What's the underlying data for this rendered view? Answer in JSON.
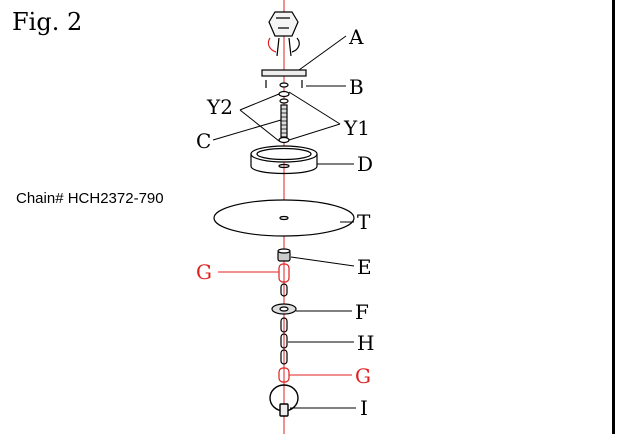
{
  "figure": {
    "title": "Fig. 2",
    "chain_note": "Chain# HCH2372-790"
  },
  "labels": {
    "a": "A",
    "b": "B",
    "y2": "Y2",
    "y1": "Y1",
    "c": "C",
    "d": "D",
    "t": "T",
    "e": "E",
    "g_upper": "G",
    "f": "F",
    "h": "H",
    "g_lower": "G",
    "i": "I"
  },
  "colors": {
    "line": "#000000",
    "highlight": "#e02020",
    "axis": "#e02020"
  }
}
